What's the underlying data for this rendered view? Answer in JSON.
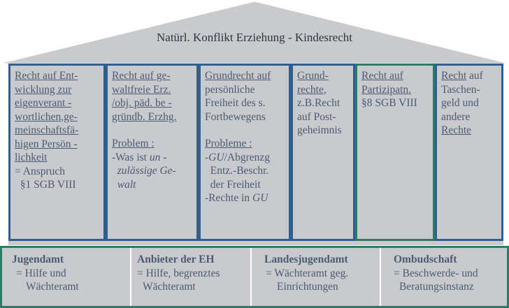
{
  "roof": {
    "title": "Natürl. Konflikt Erziehung - Kindesrecht"
  },
  "pillars": [
    {
      "lines": [
        {
          "t": "Recht auf Ent-",
          "u": true
        },
        {
          "t": "wicklung zur",
          "u": true
        },
        {
          "t": "eigenverant -",
          "u": true
        },
        {
          "t": "wortlichen,ge-",
          "u": true
        },
        {
          "t": "meinschaftsfä-",
          "u": true
        },
        {
          "t": "higen Persön -",
          "u": true
        },
        {
          "t": "lichkeit",
          "u": true
        },
        {
          "t": "= Anspruch"
        },
        {
          "t": "  §1 SGB VIII"
        }
      ]
    },
    {
      "lines": [
        {
          "t": "Recht auf ge-",
          "u": true
        },
        {
          "t": "waltfreie Erz.",
          "u": true
        },
        {
          "t": "/obj. päd. be -",
          "u": true
        },
        {
          "t": "gründb. Erzhg.",
          "u": true
        },
        {
          "t": ""
        },
        {
          "t": "Problem :",
          "u": true
        },
        {
          "t": "-Was ist ",
          "i2": "un -"
        },
        {
          "t": "  zulässige Ge-",
          "i": true
        },
        {
          "t": "  walt",
          "i": true
        }
      ]
    },
    {
      "lines": [
        {
          "t": "Grundrecht auf",
          "u": true
        },
        {
          "t": "persönliche"
        },
        {
          "t": "Freiheit des s."
        },
        {
          "t": "Fortbewegens"
        },
        {
          "t": ""
        },
        {
          "t": "Probleme :",
          "u": true
        },
        {
          "t": "-",
          "i2": "GU",
          "t2": "/Abgrenzg"
        },
        {
          "t": "  Entz.-Beschr."
        },
        {
          "t": "  der Freiheit"
        },
        {
          "t": "-Rechte in ",
          "i2": "GU"
        }
      ]
    },
    {
      "lines": [
        {
          "t": "Grund-",
          "u": true
        },
        {
          "t": "rechte,",
          "u": true
        },
        {
          "t": "z.B.Recht"
        },
        {
          "t": "auf Post-"
        },
        {
          "t": "geheimnis"
        }
      ]
    },
    {
      "lines": [
        {
          "t": "Recht auf",
          "u": true
        },
        {
          "t": "Partizipatn.",
          "u": true
        },
        {
          "t": "§8 SGB VIII"
        }
      ]
    },
    {
      "lines": [
        {
          "t": "Recht",
          "u": true,
          "t2": " auf"
        },
        {
          "t": "Taschen-"
        },
        {
          "t": "geld und"
        },
        {
          "t": "andere"
        },
        {
          "t": "Rechte",
          "u": true
        }
      ]
    }
  ],
  "base": [
    {
      "title": "Jugendamt",
      "lines": [
        "= Hilfe und",
        "Wächteramt"
      ]
    },
    {
      "title": "Anbieter der EH",
      "lines": [
        "= Hilfe, begrenztes",
        "Wächteramt"
      ]
    },
    {
      "title": "Landesjugendamt",
      "lines": [
        "= Wächteramt geg.",
        "Einrichtungen"
      ]
    },
    {
      "title": "Ombudschaft",
      "lines": [
        "= Beschwerde- und",
        "Beratungsinstanz"
      ]
    }
  ]
}
